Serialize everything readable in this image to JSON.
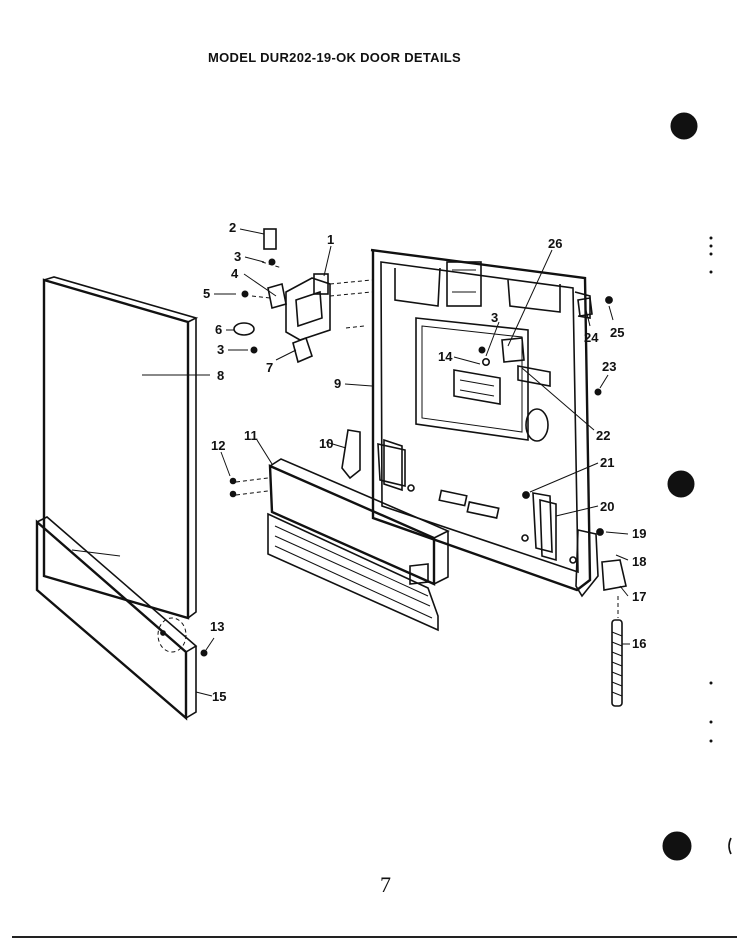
{
  "title": "MODEL DUR202-19-OK DOOR DETAILS",
  "page_mark": "7",
  "colors": {
    "ink": "#111111",
    "paper": "#ffffff"
  },
  "callouts": [
    {
      "id": "2",
      "text": "2"
    },
    {
      "id": "1",
      "text": "1"
    },
    {
      "id": "3a",
      "text": "3"
    },
    {
      "id": "4",
      "text": "4"
    },
    {
      "id": "5",
      "text": "5"
    },
    {
      "id": "6",
      "text": "6"
    },
    {
      "id": "3b",
      "text": "3"
    },
    {
      "id": "7",
      "text": "7"
    },
    {
      "id": "8",
      "text": "8"
    },
    {
      "id": "9",
      "text": "9"
    },
    {
      "id": "26",
      "text": "26"
    },
    {
      "id": "3c",
      "text": "3"
    },
    {
      "id": "14",
      "text": "14"
    },
    {
      "id": "24",
      "text": "24"
    },
    {
      "id": "25",
      "text": "25"
    },
    {
      "id": "23",
      "text": "23"
    },
    {
      "id": "22",
      "text": "22"
    },
    {
      "id": "10",
      "text": "10"
    },
    {
      "id": "11",
      "text": "11"
    },
    {
      "id": "12",
      "text": "12"
    },
    {
      "id": "21",
      "text": "21"
    },
    {
      "id": "20",
      "text": "20"
    },
    {
      "id": "19",
      "text": "19"
    },
    {
      "id": "18",
      "text": "18"
    },
    {
      "id": "17",
      "text": "17"
    },
    {
      "id": "13",
      "text": "13"
    },
    {
      "id": "16",
      "text": "16"
    },
    {
      "id": "15",
      "text": "15"
    }
  ]
}
